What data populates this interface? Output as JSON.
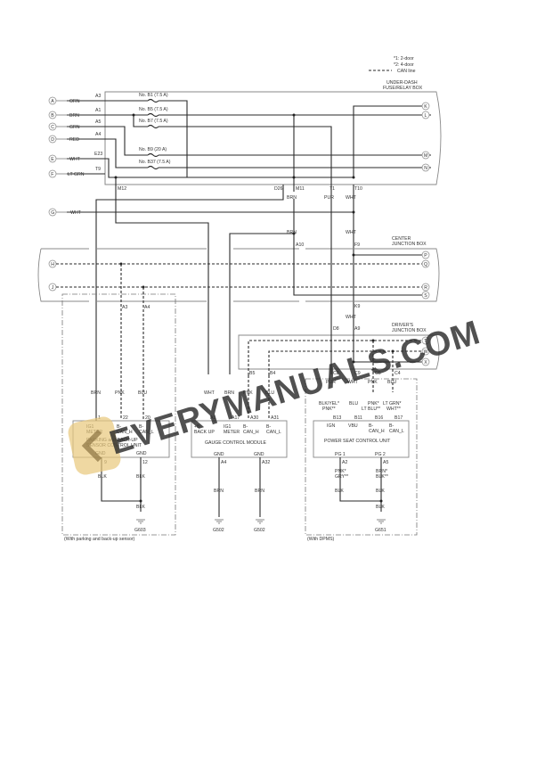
{
  "legend": {
    "note1": "*1: 2-door",
    "note2": "*2: 4-door",
    "can_line": "CAN line"
  },
  "boxes": {
    "underdash_line1": "UNDER-DASH",
    "underdash_line2": "FUSE/RELAY BOX",
    "center_line1": "CENTER",
    "center_line2": "JUNCTION BOX",
    "drivers_line1": "DRIVER'S",
    "drivers_line2": "JUNCTION BOX"
  },
  "inputs": [
    {
      "id": "A",
      "color": "ORN",
      "pin": "A3"
    },
    {
      "id": "B",
      "color": "BRN",
      "pin": "A1"
    },
    {
      "id": "C",
      "color": "GRN",
      "pin": "A5"
    },
    {
      "id": "D",
      "color": "RED",
      "pin": "A4"
    },
    {
      "id": "E",
      "color": "WHT",
      "pin": "E23"
    },
    {
      "id": "F",
      "color": "LT GRN",
      "pin": "T9"
    },
    {
      "id": "G",
      "color": "WHT"
    },
    {
      "id": "H"
    },
    {
      "id": "J"
    }
  ],
  "fuses": [
    "No. B1 (7.5 A)",
    "No. B5 (7.5 A)",
    "No. B7 (7.5 A)",
    "No. B9 (20 A)",
    "No. B37 (7.5 A)"
  ],
  "right_terminals": [
    "K",
    "L",
    "M",
    "N",
    "P",
    "Q",
    "R",
    "S",
    "T",
    "W",
    "X"
  ],
  "pins": {
    "m12": "M12",
    "d26": "D26",
    "m11": "M11",
    "t1": "T1",
    "t10": "T10",
    "a10": "A10",
    "f9": "F9",
    "k9": "K9",
    "d8": "D8",
    "a9": "A9",
    "a3": "A3",
    "a4": "A4",
    "b5": "B5",
    "b4": "B4",
    "c8": "C8",
    "c9": "C9",
    "c5": "C5",
    "c4": "C4"
  },
  "wires": {
    "brn": "BRN",
    "pur": "PUR",
    "wht": "WHT",
    "pnk": "PNK",
    "blu": "BLU",
    "blk": "BLK",
    "bk_yel_pnk_1": "BLK/YEL*",
    "bk_yel_pnk_2": "PNK**",
    "pnk_ltblu_1": "PNK*",
    "pnk_ltblu_2": "LT BLU**",
    "ltgrn_wht_1": "LT GRN*",
    "ltgrn_wht_2": "WHT**",
    "pnk_gry_1": "PNK*",
    "pnk_gry_2": "GRY**",
    "brn_blk_1": "BRN*",
    "brn_blk_2": "BLK**"
  },
  "modules": {
    "parking": {
      "name_line1": "PARKING and BACK-UP",
      "name_line2": "SENSOR CONTROL UNIT",
      "pin_1": "1",
      "pin_22": "22",
      "pin_20": "20",
      "pin_9": "9",
      "pin_12": "12",
      "ig1": "IG1",
      "meter": "METER",
      "can_h": "CAN_H",
      "can_l": "CAN_L",
      "b_dash": "B-",
      "gnd1": "GND",
      "gnd2": "GND",
      "ground": "G603",
      "condition": "(With parking and back-up sensor)"
    },
    "gauge": {
      "name": "GAUGE CONTROL MODULE",
      "pin_a1": "A1",
      "pin_a17": "A17",
      "pin_a30": "A30",
      "pin_a31": "A31",
      "plus_b": "+B",
      "back_up": "BACK UP",
      "ig1": "IG1",
      "meter": "METER",
      "b_dash": "B-",
      "can_h": "CAN_H",
      "can_l": "CAN_L",
      "gnd1": "GND",
      "gnd2": "GND",
      "pin_a4": "A4",
      "pin_a32": "A32",
      "ground1": "G502",
      "ground2": "G502"
    },
    "power_seat": {
      "name": "POWER SEAT CONTROL UNIT",
      "pin_b13": "B13",
      "pin_b11": "B11",
      "pin_b16": "B16",
      "pin_b17": "B17",
      "ign": "IGN",
      "vbu": "VBU",
      "b_dash": "B-",
      "can_h": "CAN_H",
      "can_l": "CAN_L",
      "pg1": "PG 1",
      "pg2": "PG 2",
      "pin_a2": "A2",
      "pin_a5": "A5",
      "ground": "G651",
      "condition": "(With DPMS)"
    }
  },
  "watermark": {
    "text": "EVERYMANUALS.COM",
    "logo_color": "#e8c77a"
  }
}
